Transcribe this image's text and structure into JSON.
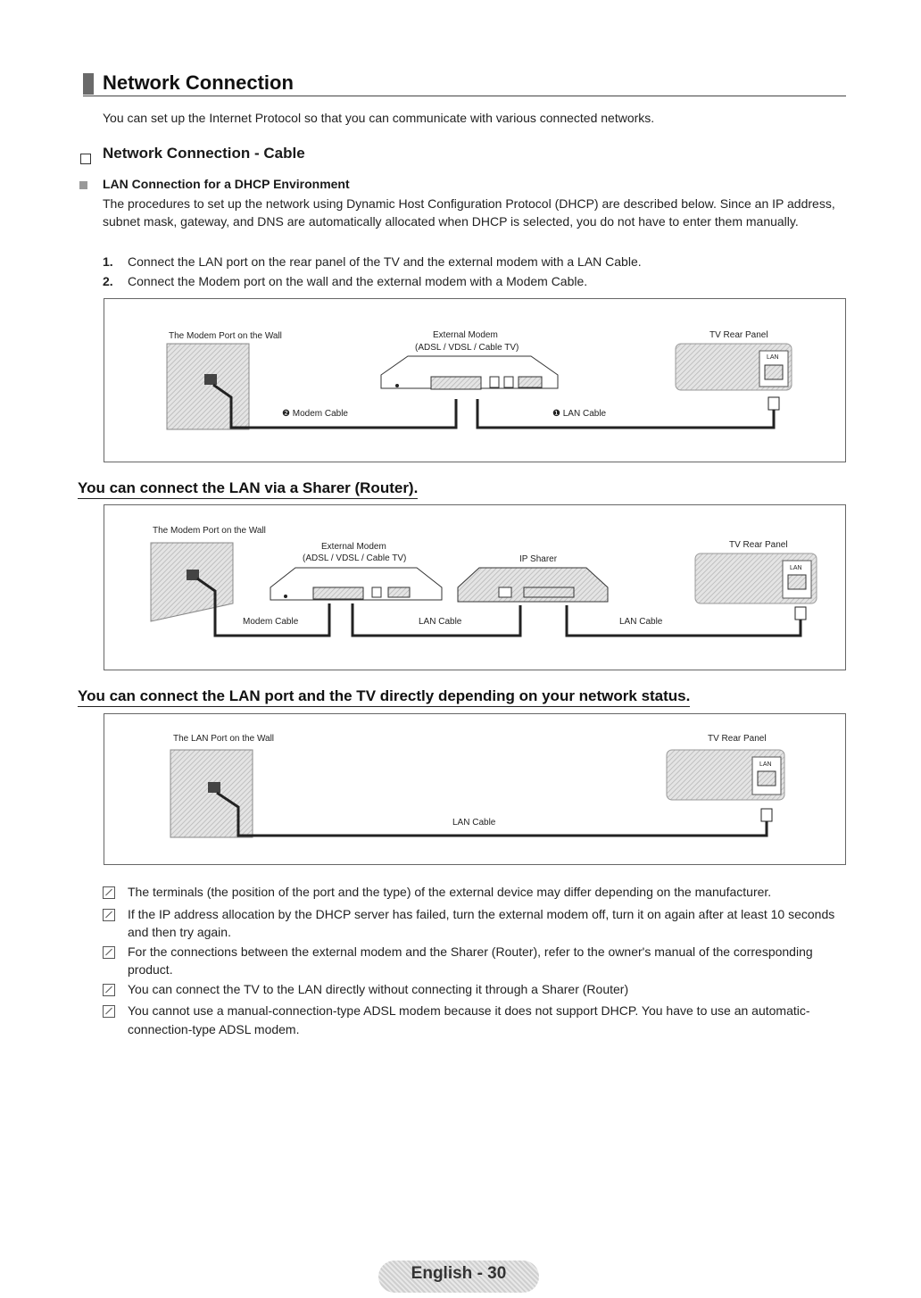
{
  "header": {
    "title": "Network Connection",
    "intro": "You can set up the Internet Protocol so that you can communicate with various connected networks."
  },
  "subsection": {
    "title": "Network Connection - Cable",
    "heading": "LAN Connection for a DHCP Environment",
    "paragraph": "The procedures to set up the network using Dynamic Host Configuration Protocol (DHCP) are described below. Since an IP address, subnet mask, gateway, and DNS are automatically allocated when DHCP is selected, you do not have to enter them manually.",
    "steps": [
      {
        "num": "1.",
        "text": "Connect the LAN port on the rear panel of the TV and the external modem with a LAN Cable."
      },
      {
        "num": "2.",
        "text": "Connect the Modem port on the wall and the external modem with a Modem Cable."
      }
    ]
  },
  "diagram1": {
    "wall_label": "The Modem Port on the Wall",
    "modem_label": "External Modem",
    "modem_sub": "(ADSL / VDSL / Cable TV)",
    "tv_label": "TV Rear Panel",
    "lan_port": "LAN",
    "modem_cable": "❷ Modem Cable",
    "lan_cable": "❶ LAN Cable"
  },
  "section2": {
    "heading": "You can connect the LAN via a Sharer (Router).",
    "wall_label": "The Modem Port on the Wall",
    "modem_label": "External Modem",
    "modem_sub": "(ADSL / VDSL / Cable TV)",
    "sharer_label": "IP Sharer",
    "tv_label": "TV Rear Panel",
    "lan_port": "LAN",
    "modem_cable": "Modem Cable",
    "lan_cable_1": "LAN Cable",
    "lan_cable_2": "LAN Cable"
  },
  "section3": {
    "heading": "You can connect the LAN port and the TV directly depending on your network status.",
    "wall_label": "The LAN Port on the Wall",
    "tv_label": "TV Rear Panel",
    "lan_port": "LAN",
    "lan_cable": "LAN Cable"
  },
  "notes": [
    "The terminals (the position of the port and the type) of the external device may differ depending on the manufacturer.",
    "If the IP address allocation by the DHCP server has failed, turn the external modem off, turn it on again after at least 10 seconds and then try again.",
    "For the connections between the external modem and the Sharer (Router), refer to the owner's manual of the corresponding product.",
    "You can connect the TV to the LAN directly without connecting it through a Sharer (Router)",
    "You cannot use a manual-connection-type ADSL modem because it does not support DHCP. You have to use an automatic-connection-type ADSL modem."
  ],
  "footer": {
    "page": "English - 30"
  }
}
